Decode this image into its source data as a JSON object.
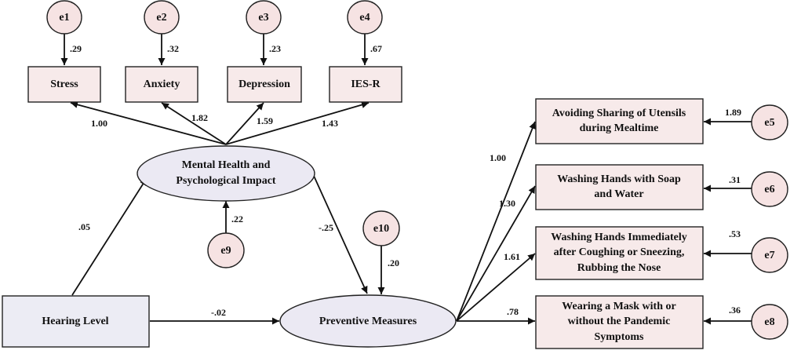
{
  "observed": {
    "stress": "Stress",
    "anxiety": "Anxiety",
    "depression": "Depression",
    "iesr": "IES-R",
    "hearing": "Hearing Level",
    "utensils": [
      "Avoiding Sharing of Utensils",
      "during Mealtime"
    ],
    "soap": [
      "Washing Hands with Soap",
      "and Water"
    ],
    "coughing": [
      "Washing Hands Immediately",
      "after Coughing or Sneezing,",
      "Rubbing the Nose"
    ],
    "mask": [
      "Wearing a Mask with or",
      "without the Pandemic",
      "Symptoms"
    ]
  },
  "latent": {
    "mental": [
      "Mental Health and",
      "Psychological Impact"
    ],
    "preventive": "Preventive Measures"
  },
  "errors": {
    "e1": "e1",
    "e2": "e2",
    "e3": "e3",
    "e4": "e4",
    "e5": "e5",
    "e6": "e6",
    "e7": "e7",
    "e8": "e8",
    "e9": "e9",
    "e10": "e10"
  },
  "coefficients": {
    "e1": ".29",
    "e2": ".32",
    "e3": ".23",
    "e4": ".67",
    "stress": "1.00",
    "anxiety": "1.82",
    "depression": "1.59",
    "iesr": "1.43",
    "e9": ".22",
    "hearing_mental": ".05",
    "mental_preventive": "-.25",
    "e10": ".20",
    "hearing_preventive": "-.02",
    "utensils": "1.00",
    "soap": "1.30",
    "coughing": "1.61",
    "mask": ".78",
    "e5": "1.89",
    "e6": ".31",
    "e7": ".53",
    "e8": ".36"
  }
}
